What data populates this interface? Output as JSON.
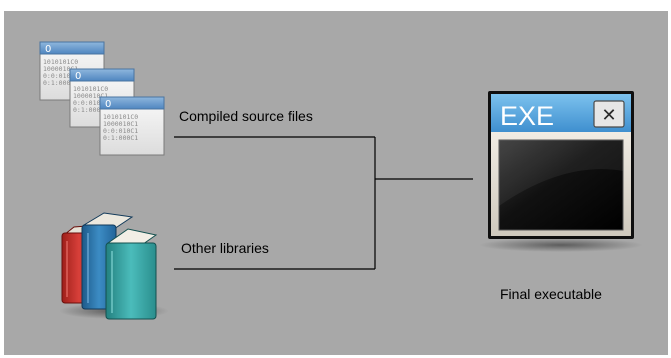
{
  "labels": {
    "compiled": "Compiled source files",
    "libraries": "Other libraries",
    "final": "Final executable"
  },
  "icons": {
    "source_files": "source-file-stack-icon",
    "libraries": "book-stack-icon",
    "executable": "exe-window-icon"
  },
  "source_file": {
    "title": "0",
    "code_lines": [
      "1010101C0",
      "1000010C1",
      "0:0:010C1",
      "0:1:000C1"
    ]
  },
  "executable": {
    "title": "EXE",
    "close_glyph": "✕"
  },
  "colors": {
    "background": "#a8a8a8",
    "connector": "#000000",
    "window_title": "#4aa0d8",
    "book_red": "#c8302a",
    "book_blue": "#2f7bb0",
    "book_teal": "#3aa6a6"
  }
}
